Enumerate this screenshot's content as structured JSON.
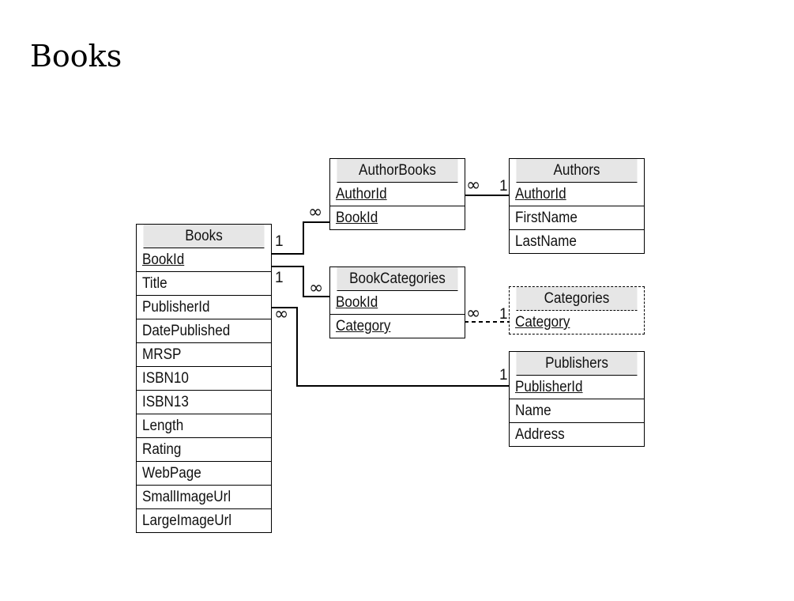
{
  "title": "Books",
  "tables": {
    "books": {
      "name": "Books",
      "fields": [
        {
          "label": "BookId",
          "key": true
        },
        {
          "label": "Title",
          "key": false
        },
        {
          "label": "PublisherId",
          "key": false
        },
        {
          "label": "DatePublished",
          "key": false
        },
        {
          "label": "MRSP",
          "key": false
        },
        {
          "label": "ISBN10",
          "key": false
        },
        {
          "label": "ISBN13",
          "key": false
        },
        {
          "label": "Length",
          "key": false
        },
        {
          "label": "Rating",
          "key": false
        },
        {
          "label": "WebPage",
          "key": false
        },
        {
          "label": "SmallImageUrl",
          "key": false
        },
        {
          "label": "LargeImageUrl",
          "key": false
        }
      ]
    },
    "author_books": {
      "name": "AuthorBooks",
      "fields": [
        {
          "label": "AuthorId",
          "key": true
        },
        {
          "label": "BookId",
          "key": true
        }
      ]
    },
    "authors": {
      "name": "Authors",
      "fields": [
        {
          "label": "AuthorId",
          "key": true
        },
        {
          "label": "FirstName",
          "key": false
        },
        {
          "label": "LastName",
          "key": false
        }
      ]
    },
    "book_categories": {
      "name": "BookCategories",
      "fields": [
        {
          "label": "BookId",
          "key": true
        },
        {
          "label": "Category",
          "key": true
        }
      ]
    },
    "categories": {
      "name": "Categories",
      "fields": [
        {
          "label": "Category",
          "key": true
        }
      ]
    },
    "publishers": {
      "name": "Publishers",
      "fields": [
        {
          "label": "PublisherId",
          "key": true
        },
        {
          "label": "Name",
          "key": false
        },
        {
          "label": "Address",
          "key": false
        }
      ]
    }
  },
  "relationships": [
    {
      "from": "Books.BookId",
      "to": "AuthorBooks.BookId",
      "one": "1",
      "many": "∞",
      "line": "solid"
    },
    {
      "from": "Books.BookId",
      "to": "BookCategories.BookId",
      "one": "1",
      "many": "∞",
      "line": "solid"
    },
    {
      "from": "Authors.AuthorId",
      "to": "AuthorBooks.AuthorId",
      "one": "1",
      "many": "∞",
      "line": "solid"
    },
    {
      "from": "Categories.Category",
      "to": "BookCategories.Category",
      "one": "1",
      "many": "∞",
      "line": "dashed"
    },
    {
      "from": "Publishers.PublisherId",
      "to": "Books.PublisherId",
      "one": "1",
      "many": "∞",
      "line": "solid"
    }
  ]
}
